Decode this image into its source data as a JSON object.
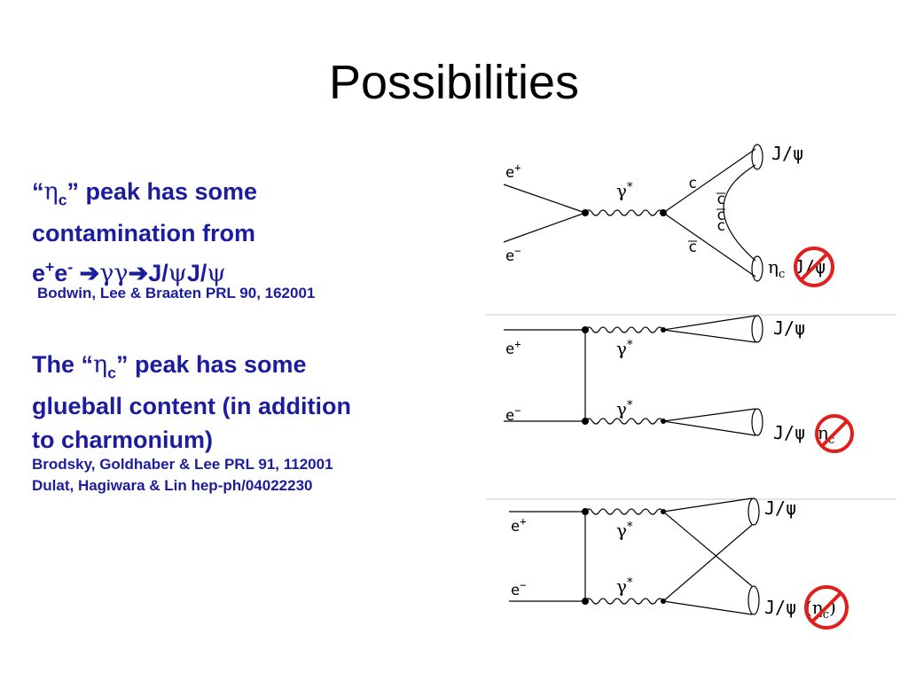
{
  "title": "Possibilities",
  "block1": {
    "line1_open": "“",
    "line1_eta": "η",
    "line1_sub": "c",
    "line1_rest": "” peak has some",
    "line2": "contamination from",
    "line3_e1": "e",
    "line3_sup1": "+",
    "line3_e2": "e",
    "line3_sup2": "-",
    "line3_arrow1": " ➔",
    "line3_gg": "γγ",
    "line3_arrow2": "➔",
    "line3_j1": "J/",
    "line3_psi1": "ψ",
    "line3_j2": "J/",
    "line3_psi2": "ψ",
    "ref": "Bodwin, Lee & Braaten PRL 90, 162001"
  },
  "block2": {
    "line1_pre": "The “",
    "line1_eta": "η",
    "line1_sub": "c",
    "line1_rest": "” peak has some",
    "line2": "glueball content (in addition",
    "line3": "to charmonium)",
    "ref1": "Brodsky, Goldhaber & Lee PRL 91, 112001",
    "ref2": "Dulat, Hagiwara & Lin hep-ph/04022230"
  },
  "diagram1": {
    "e_plus": "e",
    "e_plus_sup": "+",
    "e_minus": "e",
    "e_minus_sup": "−",
    "gamma": "γ",
    "star": "*",
    "c_top": "c",
    "cbar_top": "c",
    "cbar_mid": "c",
    "c_mid": "c",
    "cbar_bot": "c",
    "out_top": "J/ψ",
    "out_bot_eta": "η",
    "out_bot_sub": "c",
    "out_bot_struck": "J/ψ"
  },
  "diagram2": {
    "e_plus": "e",
    "e_plus_sup": "+",
    "e_minus": "e",
    "e_minus_sup": "−",
    "gamma_top": "γ",
    "gamma_bot": "γ",
    "star": "*",
    "out_top": "J/ψ",
    "out_bot": "J/ψ",
    "out_bot_struck_eta": "η",
    "out_bot_struck_sub": "c"
  },
  "diagram3": {
    "e_plus": "e",
    "e_plus_sup": "+",
    "e_minus": "e",
    "e_minus_sup": "−",
    "gamma_top": "γ",
    "gamma_bot": "γ",
    "star": "*",
    "out_top": "J/ψ",
    "out_bot": "J/ψ",
    "out_bot_struck": "(η",
    "out_bot_struck_sub": "c",
    "out_bot_struck_close": ")"
  },
  "colors": {
    "text_blue": "#1c1c9e",
    "forbidden_red": "#e0201c"
  }
}
